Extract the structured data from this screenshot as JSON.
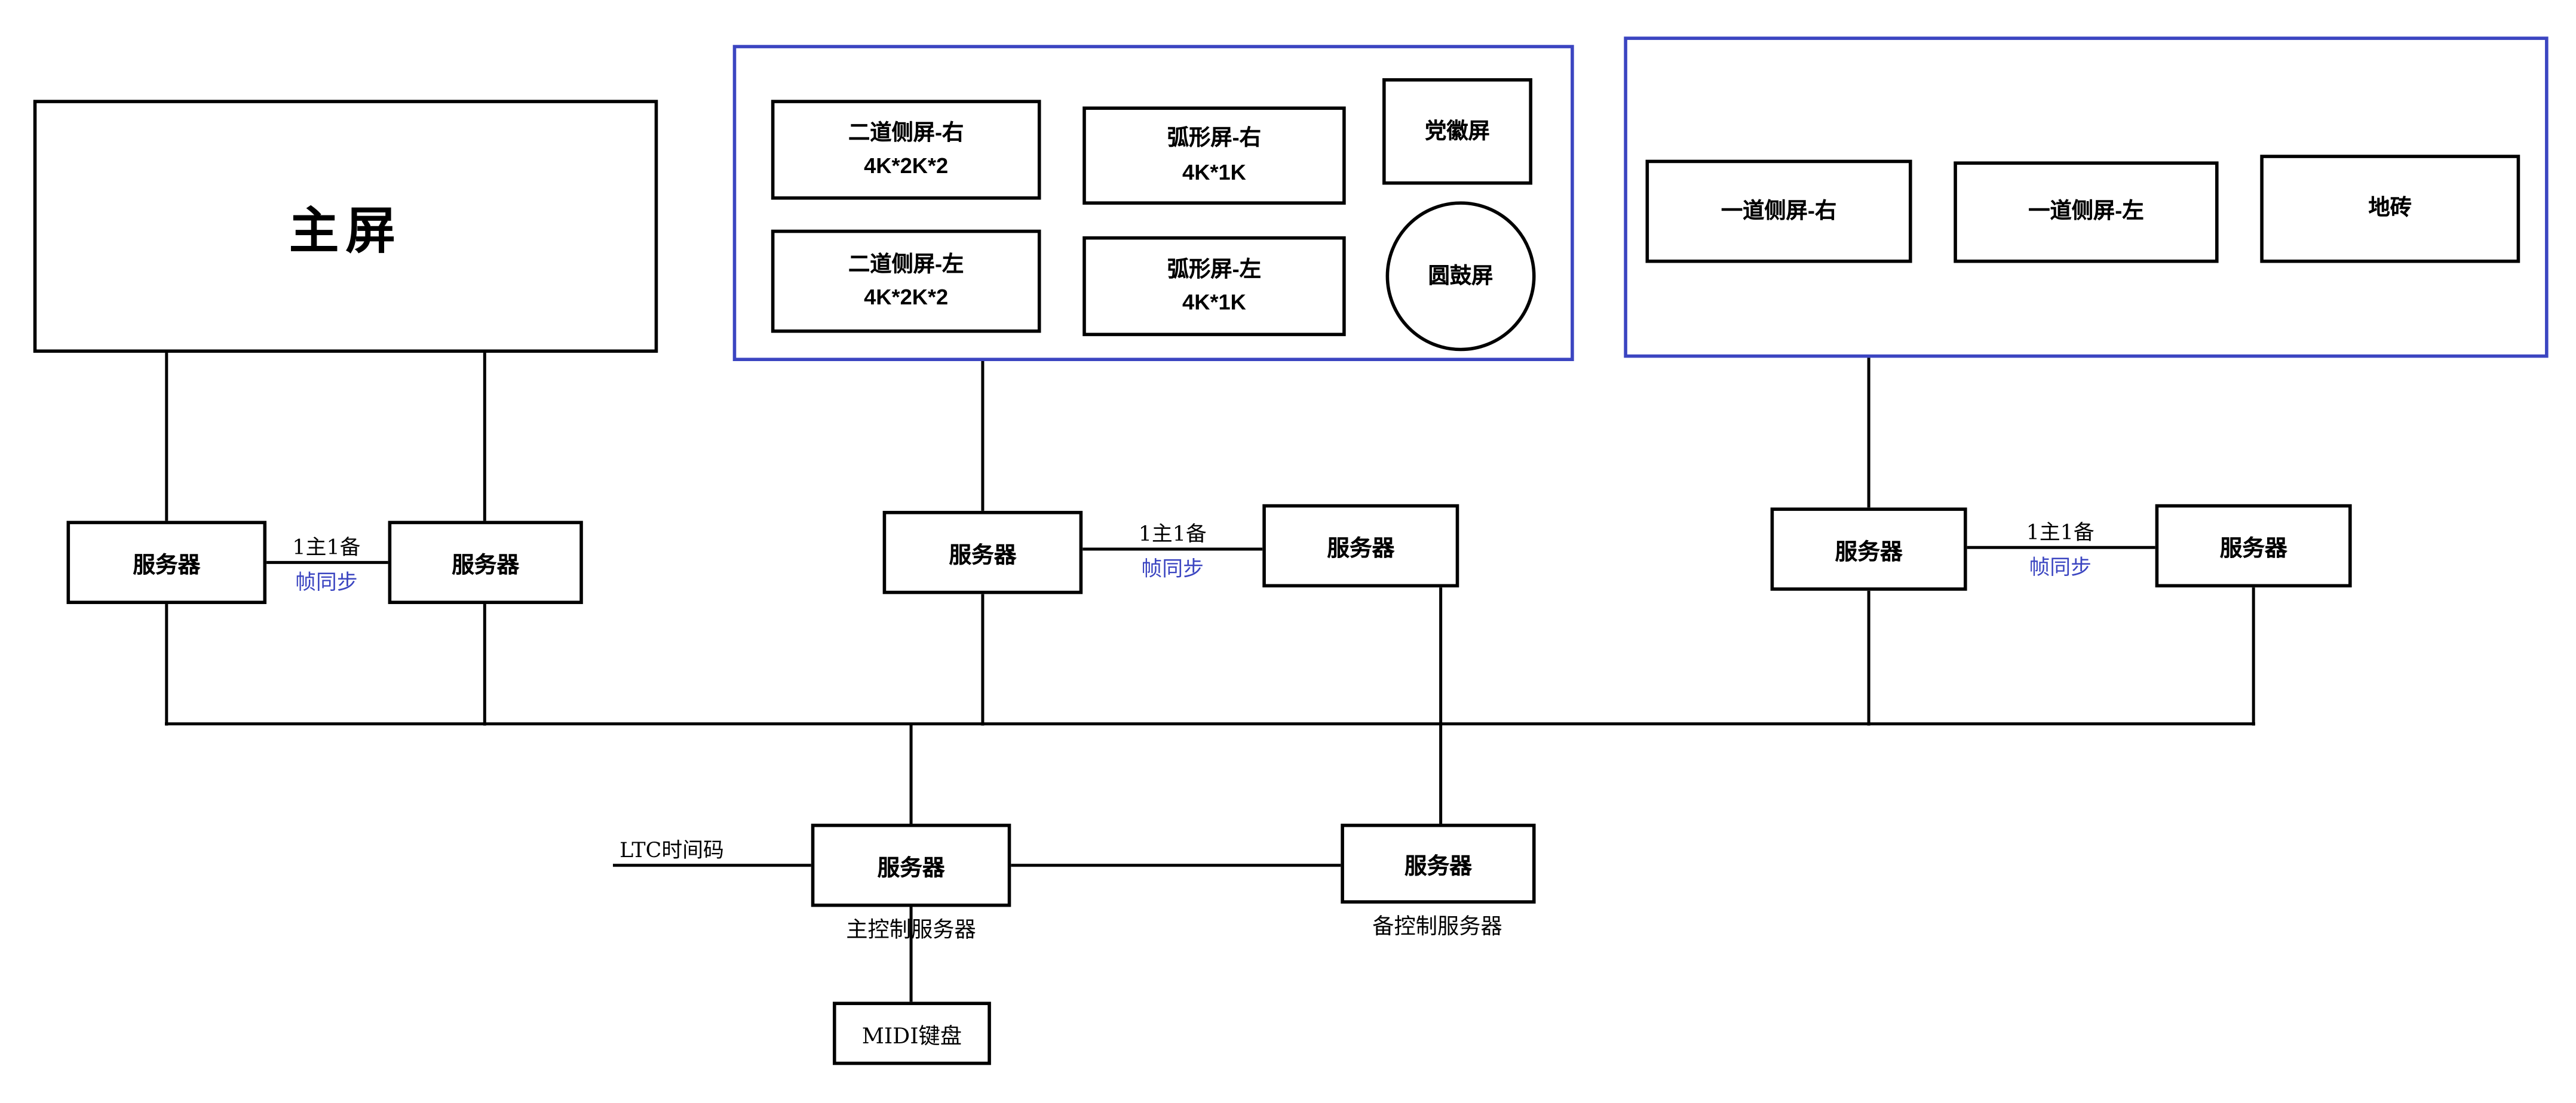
{
  "colors": {
    "group_border": "#3b45c1",
    "sync_text": "#3b45c1",
    "line": "#000000"
  },
  "main_screen": {
    "label": "主屏"
  },
  "group_2f": {
    "screens": [
      {
        "name": "二道侧屏-右",
        "spec": "4K*2K*2"
      },
      {
        "name": "弧形屏-右",
        "spec": "4K*1K"
      },
      {
        "name": "党徽屏"
      },
      {
        "name": "二道侧屏-左",
        "spec": "4K*2K*2"
      },
      {
        "name": "弧形屏-左",
        "spec": "4K*1K"
      },
      {
        "name": "圆鼓屏"
      }
    ]
  },
  "group_1f": {
    "screens": [
      {
        "name": "一道侧屏-右"
      },
      {
        "name": "一道侧屏-左"
      },
      {
        "name": "地砖"
      }
    ]
  },
  "labels": {
    "server": "服务器"
  },
  "pair": {
    "role": "1主1备",
    "sync": "帧同步"
  },
  "control": {
    "ltc": "LTC时间码",
    "main_caption": "主控制服务器",
    "backup_caption": "备控制服务器",
    "midi": "MIDI键盘"
  }
}
